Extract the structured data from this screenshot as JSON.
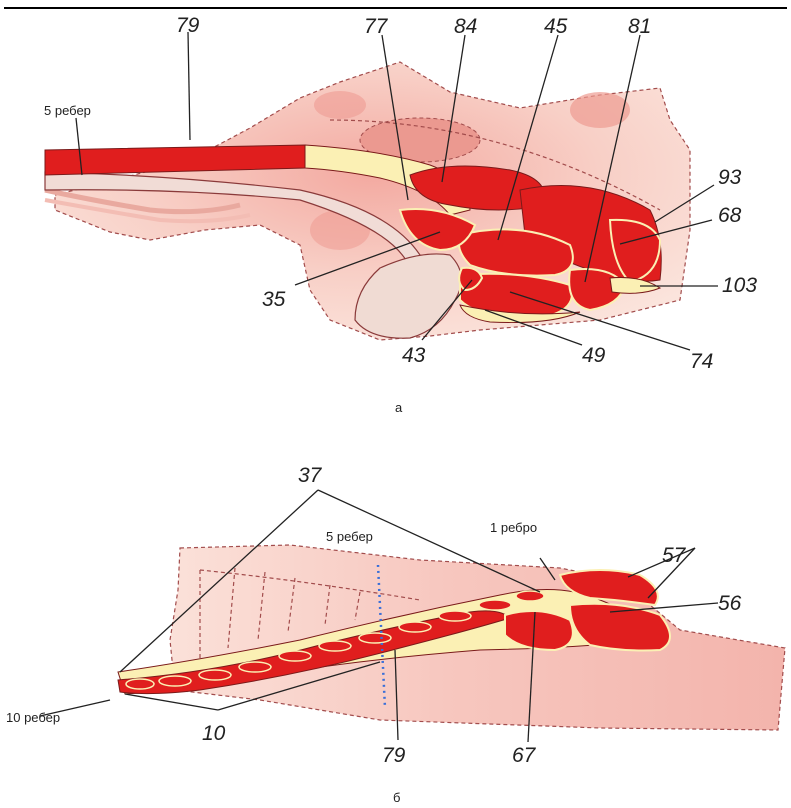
{
  "figure_a": {
    "caption": "а",
    "rib_count_label": "5 ребер",
    "labels": {
      "l79": "79",
      "l77": "77",
      "l84": "84",
      "l45": "45",
      "l81": "81",
      "l93": "93",
      "l68": "68",
      "l103": "103",
      "l74": "74",
      "l49": "49",
      "l43": "43",
      "l35": "35"
    }
  },
  "figure_b": {
    "caption": "б",
    "labels": {
      "l37": "37",
      "l57": "57",
      "l56": "56",
      "l10": "10",
      "l79": "79",
      "l67": "67",
      "five_ribs": "5 ребер",
      "one_rib": "1 ребро",
      "ten_ribs": "10 ребер"
    }
  },
  "colors": {
    "muscle_red": "#e01e1e",
    "fat_yellow": "#fbf0b4",
    "meat_pink": "#f6c9c2",
    "bone": "#f1dcd6",
    "outline": "#a24c4c"
  }
}
